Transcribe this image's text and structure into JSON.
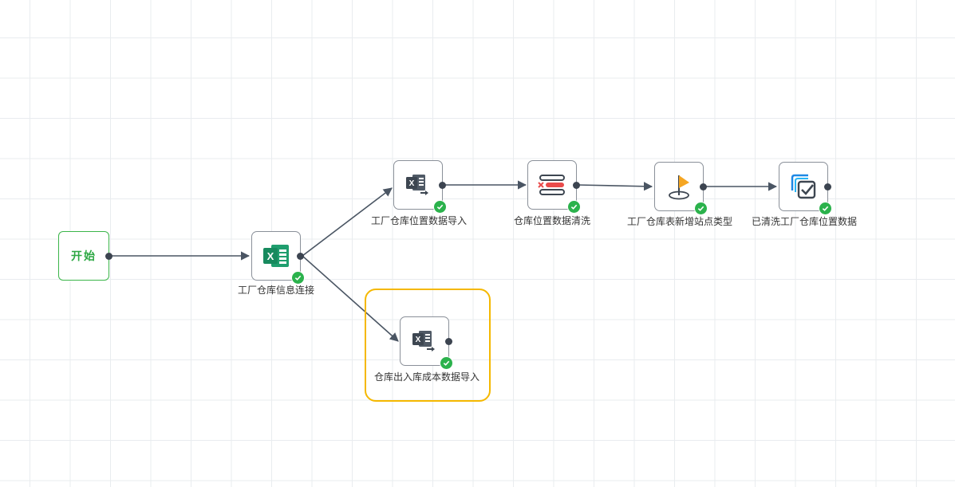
{
  "canvas": {
    "grid": true
  },
  "start": {
    "label": "开始"
  },
  "nodes": [
    {
      "id": "factory-warehouse-connect",
      "label": "工厂仓库信息连接",
      "icon": "excel-green-icon",
      "status": "success"
    },
    {
      "id": "factory-warehouse-location-import",
      "label": "工厂仓库位置数据导入",
      "icon": "excel-import-icon",
      "status": "success"
    },
    {
      "id": "warehouse-location-clean",
      "label": "仓库位置数据清洗",
      "icon": "data-clean-icon",
      "status": "success"
    },
    {
      "id": "factory-warehouse-add-site-type",
      "label": "工厂仓库表新增站点类型",
      "icon": "flag-target-icon",
      "status": "success"
    },
    {
      "id": "cleaned-factory-warehouse-location",
      "label": "已清洗工厂仓库位置数据",
      "icon": "checkbox-data-icon",
      "status": "success"
    },
    {
      "id": "warehouse-inout-cost-import",
      "label": "仓库出入库成本数据导入",
      "icon": "excel-import-icon",
      "status": "success",
      "selected": true
    }
  ],
  "colors": {
    "grid": "#e9ecef",
    "edge": "#4a5563",
    "start_border": "#3bb54a",
    "success": "#2bb24c",
    "selection": "#f5b800",
    "excel_green": "#1f9e6e",
    "clean_red": "#e94b4b",
    "flag_orange": "#f5a623",
    "check_blue": "#1e88e5"
  }
}
